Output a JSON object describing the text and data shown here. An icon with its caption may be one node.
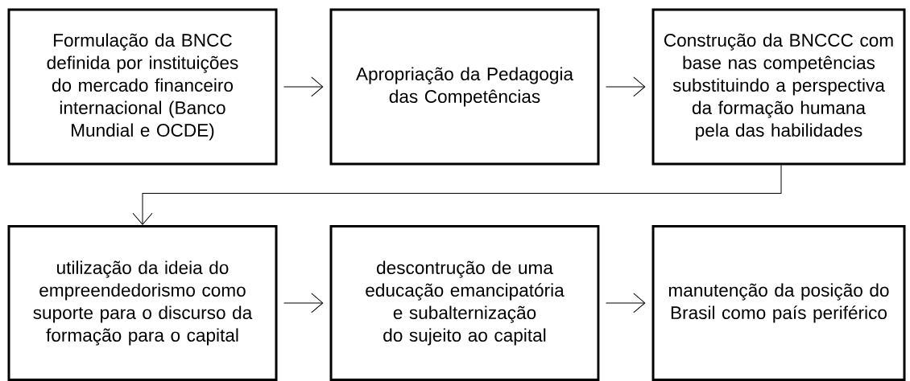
{
  "diagram": {
    "nodes": [
      {
        "text": [
          "Formulação da BNCC definida por instituições do mercado financeiro internacional (Banco Mundial e OCDE)"
        ]
      },
      {
        "text": [
          "Apropriação da Pedagogia das Competências"
        ]
      },
      {
        "text": [
          "Construção da BNCCC com base nas competências substituindo a perspectiva da formação humana pela das habilidades"
        ]
      },
      {
        "text": [
          "utilização da ideia do empreendedorismo como suporte para o discurso da formação para o capital"
        ]
      },
      {
        "text": [
          "descontrução de uma educação emancipatória e subalternização do sujeito ao capital"
        ]
      },
      {
        "text": [
          "manutenção da posição do Brasil como país periférico"
        ]
      }
    ],
    "edges": [
      {
        "from": 0,
        "to": 1,
        "arrow": "to"
      },
      {
        "from": 1,
        "to": 2,
        "arrow": "to"
      },
      {
        "from": 2,
        "to": 3,
        "arrow": "to"
      },
      {
        "from": 3,
        "to": 4,
        "arrow": "to"
      },
      {
        "from": 4,
        "to": 5,
        "arrow": "to"
      }
    ]
  }
}
